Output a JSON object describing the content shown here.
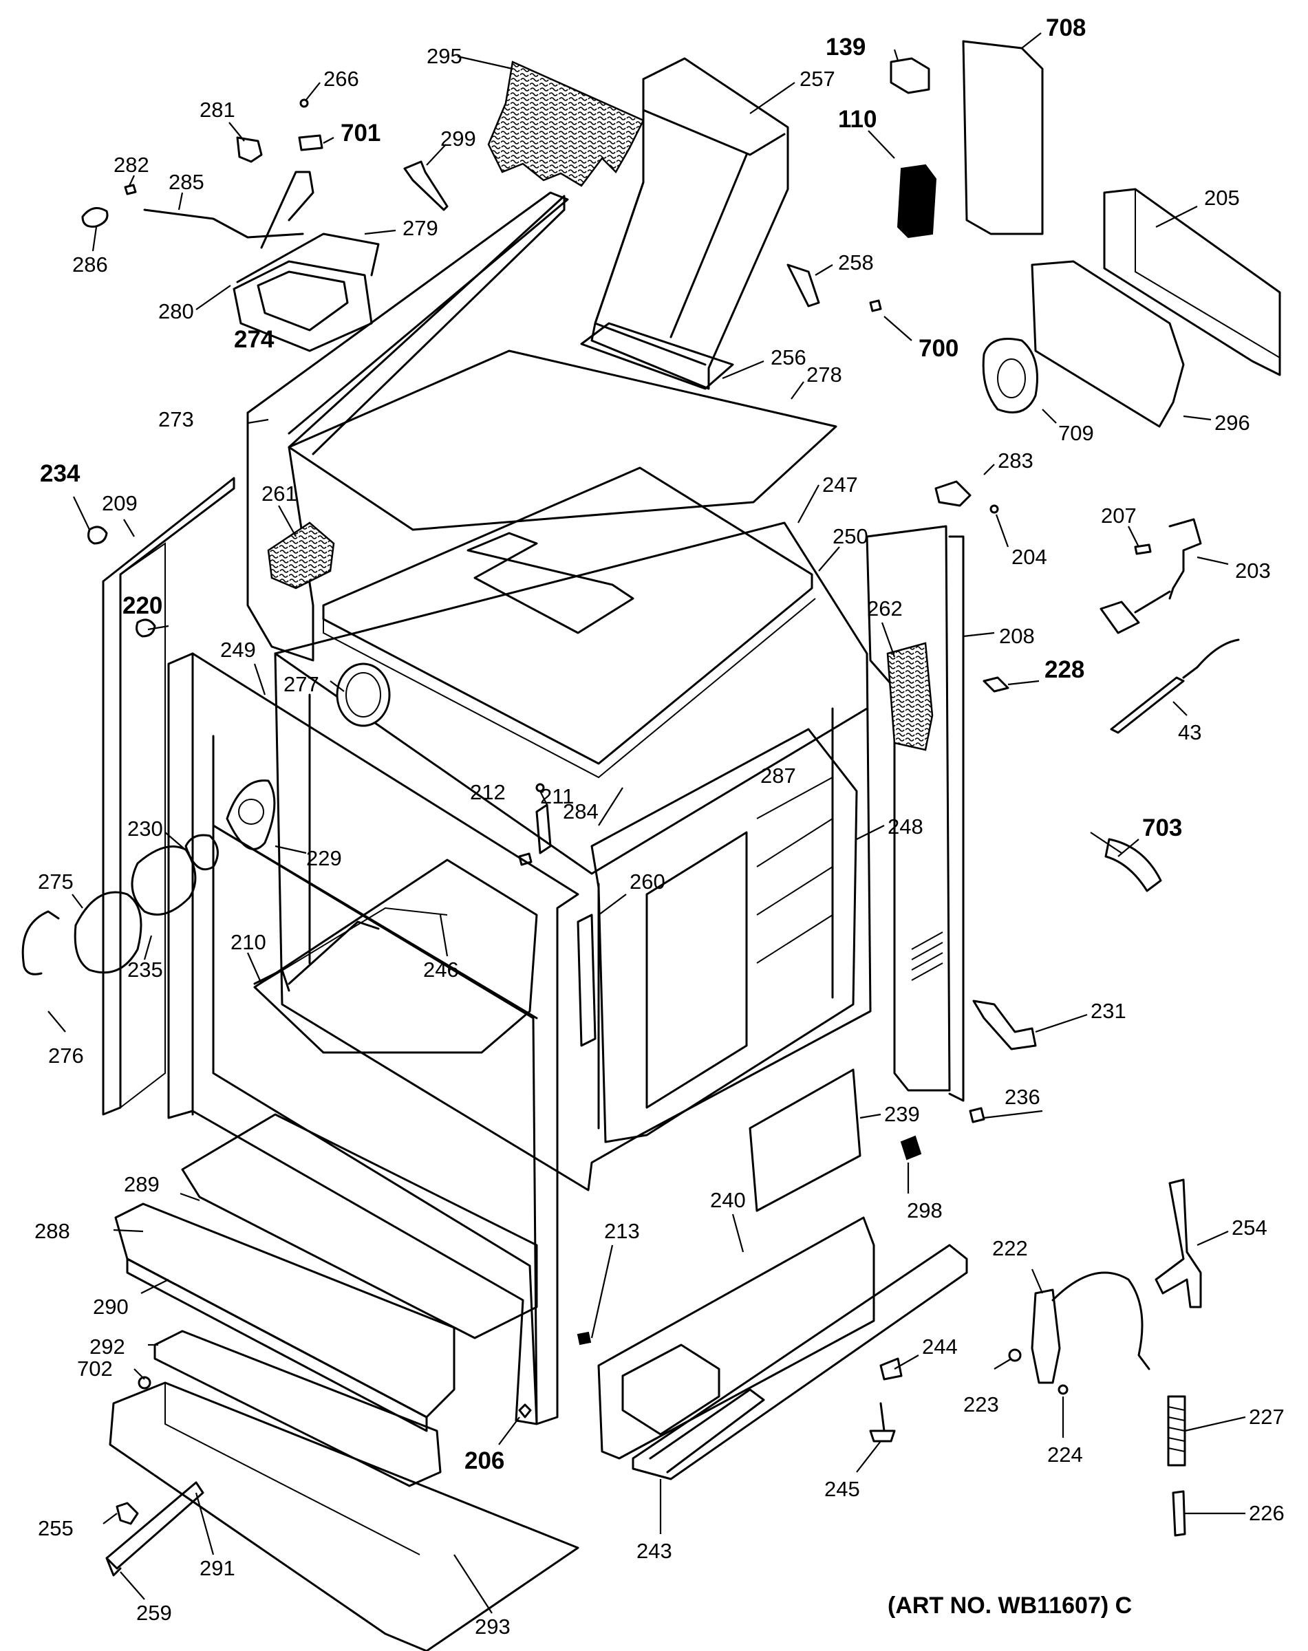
{
  "title": "",
  "art_number": "(ART NO. WB11607) C",
  "callouts": {
    "c139": "139",
    "c708": "708",
    "c295": "295",
    "c257": "257",
    "c266": "266",
    "c281": "281",
    "c701": "701",
    "c299": "299",
    "c110": "110",
    "c282": "282",
    "c285": "285",
    "c279": "279",
    "c286": "286",
    "c205": "205",
    "c258": "258",
    "c280": "280",
    "c274": "274",
    "c700": "700",
    "c256": "256",
    "c278": "278",
    "c709": "709",
    "c296": "296",
    "c273": "273",
    "c283": "283",
    "c234": "234",
    "c209": "209",
    "c261": "261",
    "c247": "247",
    "c204": "204",
    "c207": "207",
    "c203": "203",
    "c250": "250",
    "c220": "220",
    "c262": "262",
    "c208": "208",
    "c249": "249",
    "c228": "228",
    "c277": "277",
    "c43": "43",
    "c211": "211",
    "c212": "212",
    "c284": "284",
    "c287": "287",
    "c230": "230",
    "c248": "248",
    "c703": "703",
    "c229": "229",
    "c275": "275",
    "c260": "260",
    "c246": "246",
    "c235": "235",
    "c210": "210",
    "c231": "231",
    "c276": "276",
    "c236": "236",
    "c239": "239",
    "c289": "289",
    "c298": "298",
    "c288": "288",
    "c240": "240",
    "c254": "254",
    "c222": "222",
    "c213": "213",
    "c290": "290",
    "c244": "244",
    "c292": "292",
    "c223": "223",
    "c227": "227",
    "c702": "702",
    "c206": "206",
    "c224": "224",
    "c245": "245",
    "c255": "255",
    "c243": "243",
    "c226": "226",
    "c291": "291",
    "c259": "259",
    "c293": "293"
  }
}
